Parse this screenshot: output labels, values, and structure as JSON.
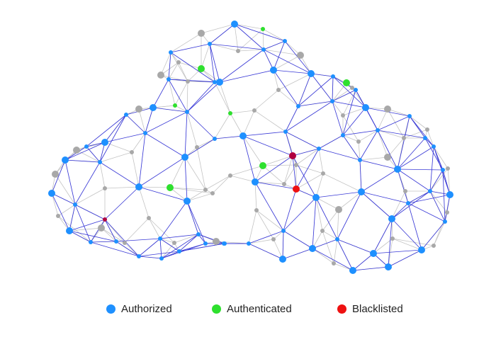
{
  "legend": {
    "items": [
      {
        "label": "Authorized",
        "color": "#1e90ff"
      },
      {
        "label": "Authenticated",
        "color": "#2ee02e"
      },
      {
        "label": "Blacklisted",
        "color": "#ee1111"
      }
    ]
  },
  "colors": {
    "authorized_node": "#1e90ff",
    "authenticated_node": "#2ee02e",
    "blacklisted_node": "#ee1111",
    "blacklisted_hub": "#b00040",
    "inactive_node": "#a8a8a8",
    "authorized_link": "#3a3ad6",
    "inactive_link": "#c4c4c4"
  }
}
